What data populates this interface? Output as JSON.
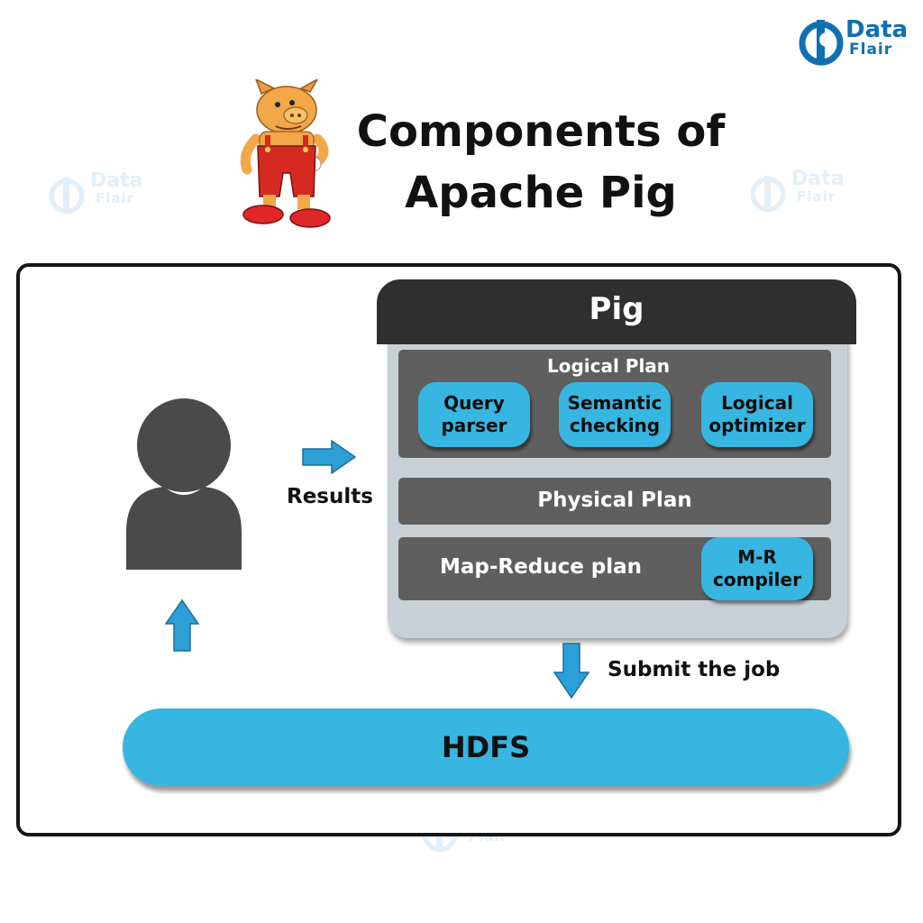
{
  "brand": {
    "line1": "Data",
    "line2": "Flair",
    "color": "#0f6fb3"
  },
  "watermark": {
    "line1": "Data",
    "line2": "Flair"
  },
  "title": {
    "line1": "Components of",
    "line2": "Apache Pig"
  },
  "diagram": {
    "pig_title": "Pig",
    "logical_plan": {
      "label": "Logical Plan",
      "steps": [
        {
          "line1": "Query",
          "line2": "parser"
        },
        {
          "line1": "Semantic",
          "line2": "checking"
        },
        {
          "line1": "Logical",
          "line2": "optimizer"
        }
      ]
    },
    "physical_plan": {
      "label": "Physical Plan"
    },
    "mapreduce_plan": {
      "label": "Map-Reduce plan",
      "compiler": {
        "line1": "M-R",
        "line2": "compiler"
      }
    },
    "results_label": "Results",
    "submit_label": "Submit the job",
    "hdfs_label": "HDFS"
  },
  "colors": {
    "accent_blue": "#36b6e0",
    "arrow_blue": "#2b9fd6",
    "dark": "#2f2f2f",
    "panel": "#5f5f5f"
  },
  "icons": [
    "user-icon",
    "pig-mascot-icon",
    "arrow-right-icon",
    "arrow-up-icon",
    "arrow-down-icon"
  ]
}
